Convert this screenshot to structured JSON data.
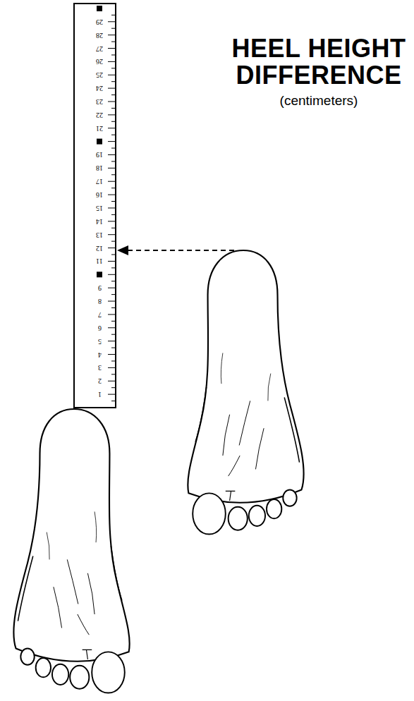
{
  "diagram": {
    "title": "HEEL HEIGHT DIFFERENCE",
    "labels": [
      "(centimeters)",
      "1",
      "2",
      "3",
      "4",
      "5",
      "6",
      "7",
      "8",
      "9",
      "11",
      "12",
      "13",
      "14",
      "15",
      "16",
      "17",
      "18",
      "19",
      "21",
      "22",
      "23",
      "24",
      "25",
      "26",
      "27",
      "28",
      "29"
    ]
  }
}
